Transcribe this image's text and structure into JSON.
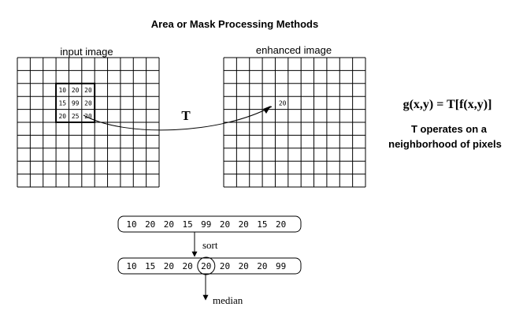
{
  "title": "Area or Mask Processing Methods",
  "input_grid": {
    "label": "input image",
    "rows": 10,
    "cols": 11,
    "mask": {
      "row_start": 2,
      "col_start": 3,
      "values": [
        [
          "10",
          "20",
          "20"
        ],
        [
          "15",
          "99",
          "20"
        ],
        [
          "20",
          "25",
          "20"
        ]
      ]
    }
  },
  "output_grid": {
    "label": "enhanced image",
    "rows": 10,
    "cols": 11,
    "result_cell": {
      "row": 3,
      "col": 4,
      "value": "20"
    }
  },
  "operator_label": "T",
  "formula": "g(x,y) = T[f(x,y)]",
  "note_lines": [
    "T operates on a",
    "neighborhood of pixels"
  ],
  "unsorted_values": [
    "10",
    "20",
    "20",
    "15",
    "99",
    "20",
    "20",
    "15",
    "20"
  ],
  "sort_label": "sort",
  "sorted_values": [
    "10",
    "15",
    "20",
    "20",
    "20",
    "20",
    "20",
    "20",
    "99"
  ],
  "median_index": 4,
  "median_label": "median",
  "colors": {
    "ink": "#000000",
    "background": "#ffffff"
  }
}
